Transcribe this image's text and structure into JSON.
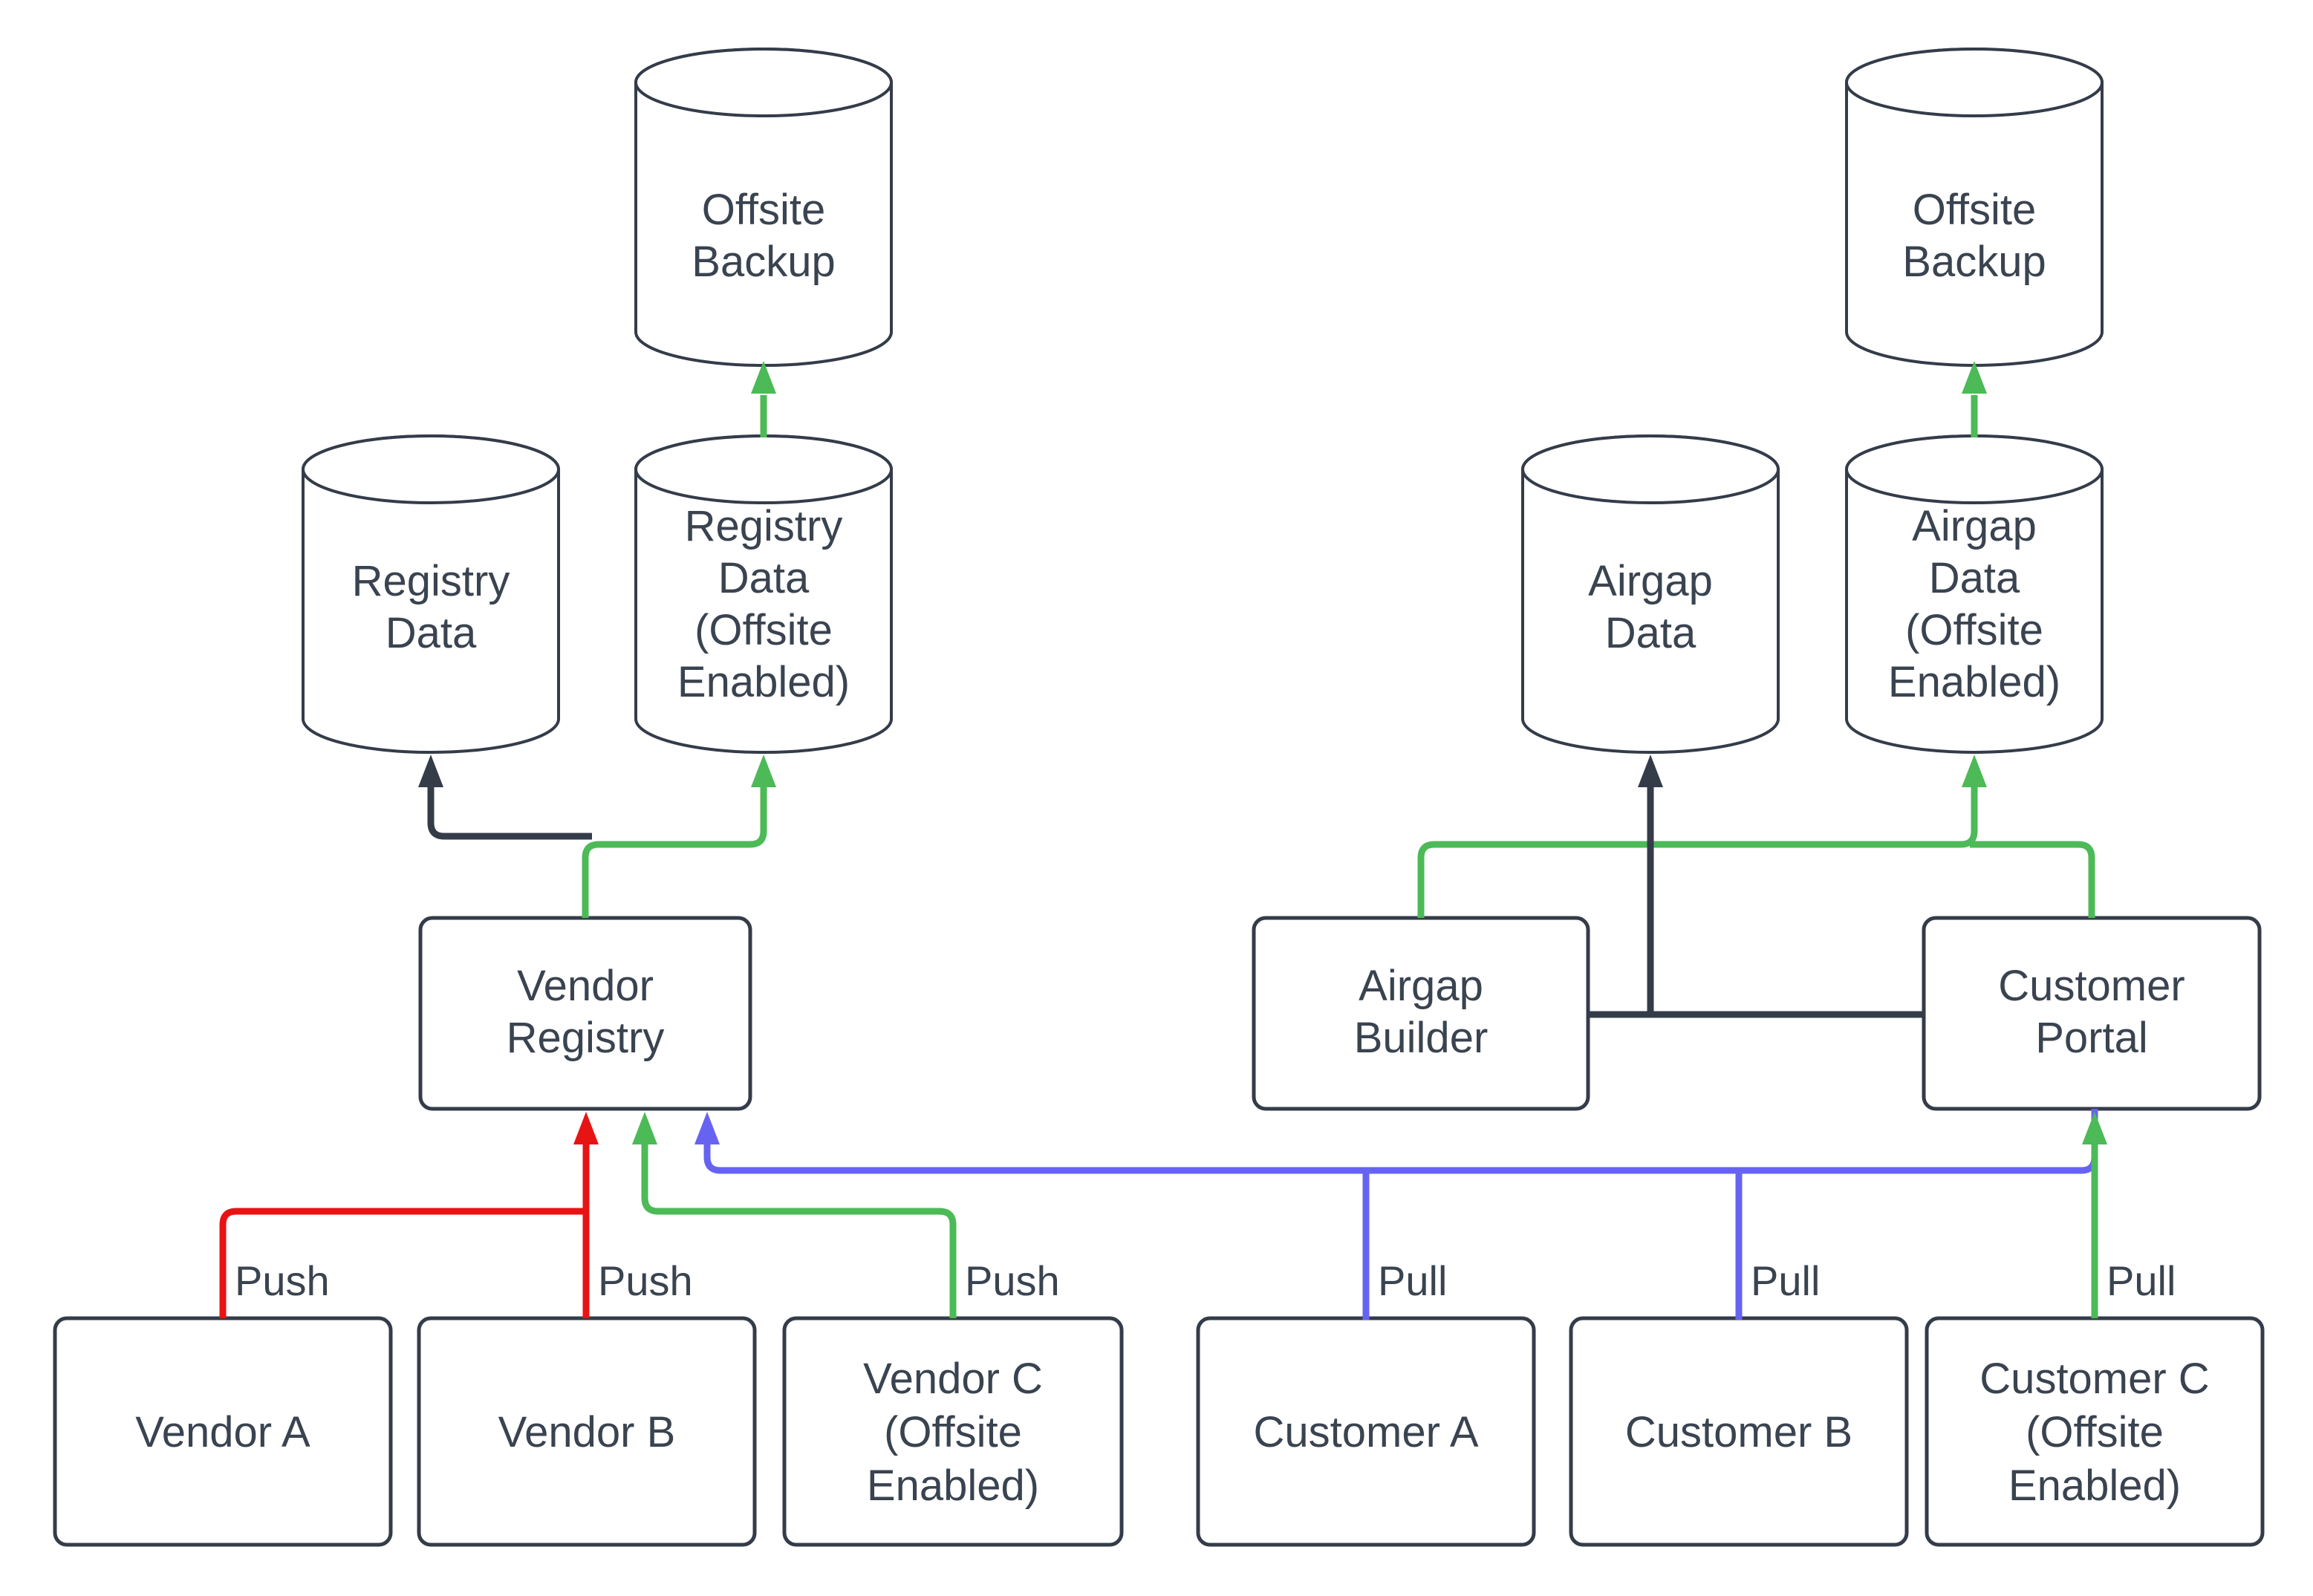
{
  "colors": {
    "outline": "#343C4A",
    "text": "#3A4350",
    "green": "#4CBA57",
    "red": "#E81414",
    "blue": "#6763F2",
    "background": "#FFFFFF"
  },
  "nodes": {
    "offsite_backup_left": {
      "lines": [
        "Offsite",
        "Backup"
      ]
    },
    "registry_data": {
      "lines": [
        "Registry",
        "Data"
      ]
    },
    "registry_data_offsite": {
      "lines": [
        "Registry",
        "Data",
        "(Offsite",
        "Enabled)"
      ]
    },
    "airgap_data": {
      "lines": [
        "Airgap",
        "Data"
      ]
    },
    "airgap_data_offsite": {
      "lines": [
        "Airgap",
        "Data",
        "(Offsite",
        "Enabled)"
      ]
    },
    "offsite_backup_right": {
      "lines": [
        "Offsite",
        "Backup"
      ]
    },
    "vendor_registry": {
      "lines": [
        "Vendor",
        "Registry"
      ]
    },
    "airgap_builder": {
      "lines": [
        "Airgap",
        "Builder"
      ]
    },
    "customer_portal": {
      "lines": [
        "Customer",
        "Portal"
      ]
    },
    "vendor_a": {
      "lines": [
        "Vendor A"
      ]
    },
    "vendor_b": {
      "lines": [
        "Vendor B"
      ]
    },
    "vendor_c_offsite": {
      "lines": [
        "Vendor C",
        "(Offsite",
        "Enabled)"
      ]
    },
    "customer_a": {
      "lines": [
        "Customer A"
      ]
    },
    "customer_b": {
      "lines": [
        "Customer B"
      ]
    },
    "customer_c_offsite": {
      "lines": [
        "Customer C",
        "(Offsite",
        "Enabled)"
      ]
    }
  },
  "edge_labels": {
    "vendor_a_push": "Push",
    "vendor_b_push": "Push",
    "vendor_c_push": "Push",
    "customer_a_pull": "Pull",
    "customer_b_pull": "Pull",
    "customer_c_pull": "Pull"
  }
}
